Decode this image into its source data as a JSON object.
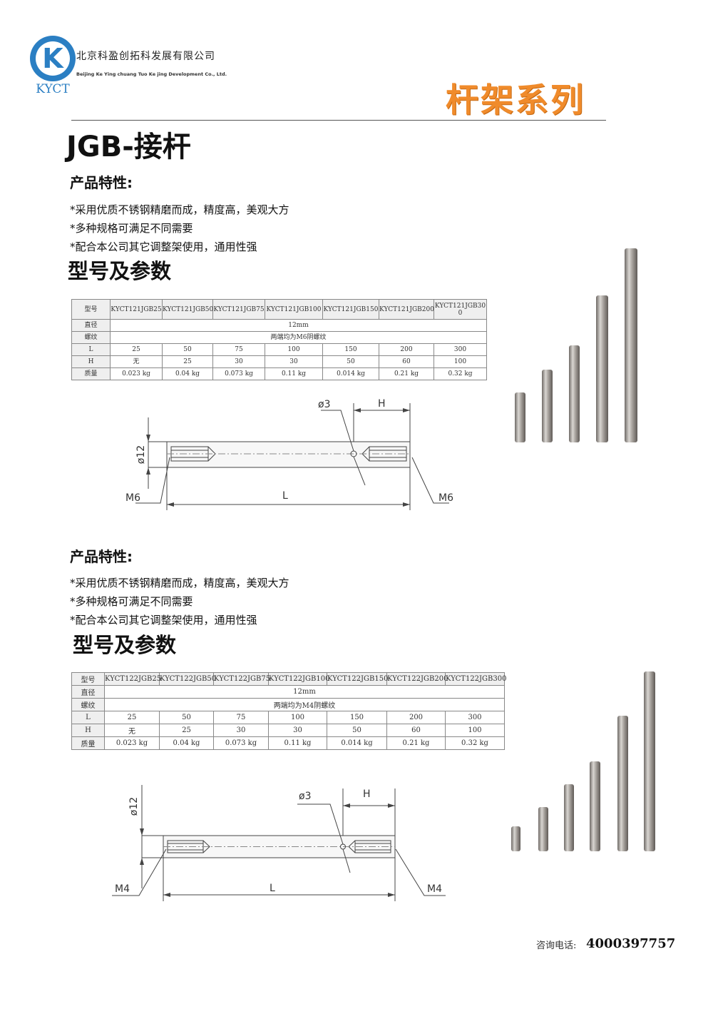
{
  "header": {
    "logo_text": "KYCT",
    "logo_letter": "K",
    "company_cn": "北京科盈创拓科发展有限公司",
    "company_en": "Beijing Ke Ying chuang Tuo Ke jing Development Co., Ltd.",
    "series_title": "杆架系列",
    "accent_color": "#f08b2b",
    "logo_color": "#2b7fc3"
  },
  "page_title": "JGB-接杆",
  "sections": [
    {
      "features_label": "产品特性:",
      "features": [
        "*采用优质不锈钢精磨而成，精度高，美观大方",
        "*多种规格可满足不同需要",
        "*配合本公司其它调整架使用，通用性强"
      ],
      "params_title": "型号及参数",
      "table": {
        "row_labels": [
          "型号",
          "直径",
          "螺纹",
          "L",
          "H",
          "质量"
        ],
        "models": [
          "KYCT121JGB25",
          "KYCT121JGB50",
          "KYCT121JGB75",
          "KYCT121JGB100",
          "KYCT121JGB150",
          "KYCT121JGB200",
          "KYCT121JGB300"
        ],
        "diameter": "12mm",
        "thread": "两端均为M6阴螺纹",
        "L": [
          "25",
          "50",
          "75",
          "100",
          "150",
          "200",
          "300"
        ],
        "H": [
          "无",
          "25",
          "30",
          "30",
          "50",
          "60",
          "100"
        ],
        "mass": [
          "0.023 kg",
          "0.04 kg",
          "0.073 kg",
          "0.11 kg",
          "0.014 kg",
          "0.21 kg",
          "0.32 kg"
        ]
      },
      "drawing": {
        "diameter": "ø12",
        "hole": "ø3",
        "H": "H",
        "L": "L",
        "thread_left": "M6",
        "thread_right": "M6"
      }
    },
    {
      "features_label": "产品特性:",
      "features": [
        "*采用优质不锈钢精磨而成，精度高，美观大方",
        "*多种规格可满足不同需要",
        "*配合本公司其它调整架使用，通用性强"
      ],
      "params_title": "型号及参数",
      "table": {
        "row_labels": [
          "型号",
          "直径",
          "螺纹",
          "L",
          "H",
          "质量"
        ],
        "models": [
          "KYCT122JGB25",
          "KYCT122JGB50",
          "KYCT122JGB75",
          "KYCT122JGB100",
          "KYCT122JGB150",
          "KYCT122JGB200",
          "KYCT122JGB300"
        ],
        "diameter": "12mm",
        "thread": "两端均为M4阴螺纹",
        "L": [
          "25",
          "50",
          "75",
          "100",
          "150",
          "200",
          "300"
        ],
        "H": [
          "无",
          "25",
          "30",
          "30",
          "50",
          "60",
          "100"
        ],
        "mass": [
          "0.023 kg",
          "0.04 kg",
          "0.073 kg",
          "0.11 kg",
          "0.014 kg",
          "0.21 kg",
          "0.32 kg"
        ]
      },
      "drawing": {
        "diameter": "ø12",
        "hole": "ø3",
        "H": "H",
        "L": "L",
        "thread_left": "M4",
        "thread_right": "M4"
      }
    }
  ],
  "contact": {
    "label": "咨询电话:",
    "phone": "4000397757"
  }
}
